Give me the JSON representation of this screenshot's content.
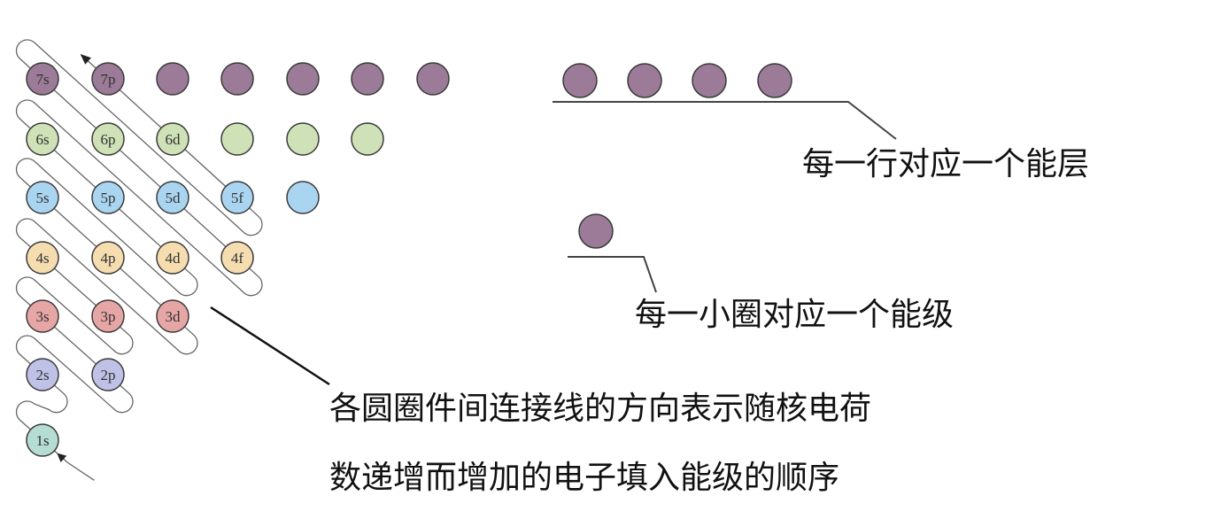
{
  "colors": {
    "7": "#9b7b97",
    "6": "#cfe1b6",
    "5": "#a9d5f1",
    "4": "#f5ddb0",
    "3": "#e7a6a6",
    "2": "#c0c1e7",
    "1": "#b5ddd3",
    "stroke": "#3a3a3a"
  },
  "rows": [
    {
      "shell": 7,
      "labels": [
        "7s",
        "7p",
        "",
        "",
        "",
        "",
        ""
      ]
    },
    {
      "shell": 6,
      "labels": [
        "6s",
        "6p",
        "6d",
        "",
        "",
        ""
      ]
    },
    {
      "shell": 5,
      "labels": [
        "5s",
        "5p",
        "5d",
        "5f",
        ""
      ]
    },
    {
      "shell": 4,
      "labels": [
        "4s",
        "4p",
        "4d",
        "4f"
      ]
    },
    {
      "shell": 3,
      "labels": [
        "3s",
        "3p",
        "3d"
      ]
    },
    {
      "shell": 2,
      "labels": [
        "2s",
        "2p"
      ]
    },
    {
      "shell": 1,
      "labels": [
        "1s"
      ]
    }
  ],
  "annotations": {
    "row_label": "每一行对应一个能层",
    "circle_label": "每一小圈对应一个能级",
    "path_label_line1": "各圆圈件间连接线的方向表示随核电荷",
    "path_label_line2": "数递增而增加的电子填入能级的顺序"
  }
}
